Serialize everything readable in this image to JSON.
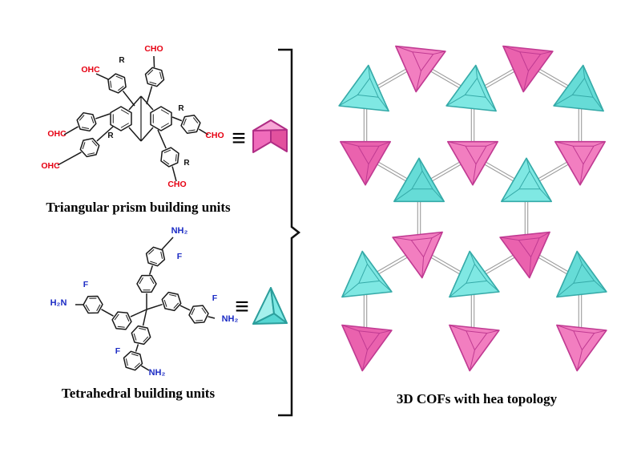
{
  "figure": {
    "captions": {
      "triangular": "Triangular prism building units",
      "tetrahedral": "Tetrahedral building units",
      "network": "3D COFs with hea topology"
    },
    "equivalence_symbol": "≡"
  },
  "molecule_top": {
    "aldehyde_labels": [
      "CHO",
      "OHC",
      "OHC",
      "OHC",
      "CHO",
      "CHO"
    ],
    "r_labels": [
      "R",
      "R",
      "R",
      "R"
    ],
    "label_color": "#e60012",
    "r_color": "#111111",
    "bond_color": "#1a1a1a"
  },
  "molecule_bottom": {
    "amine_labels": [
      "NH₂",
      "H₂N",
      "NH₂",
      "NH₂"
    ],
    "fluoro_labels": [
      "F",
      "F",
      "F",
      "F"
    ],
    "label_color": "#1b2bc4",
    "fluoro_color": "#1b2bc4",
    "bond_color": "#1a1a1a"
  },
  "building_units": {
    "prism": {
      "fill_light": "#f8a6d6",
      "fill_mid": "#f06cbb",
      "fill_dark": "#e2519e",
      "edge": "#b02d85"
    },
    "tetrahedron": {
      "fill_light": "#a5f0ec",
      "fill_mid": "#7de9e4",
      "fill_dark": "#55d6d2",
      "edge": "#2b9e9c"
    }
  },
  "network": {
    "pink_fill": "#f27ec0",
    "pink_fill_alt": "#ea62ae",
    "pink_edge": "#c03a92",
    "cyan_fill": "#7fe8e3",
    "cyan_fill_alt": "#66dcd7",
    "cyan_edge": "#35aaa8",
    "strut_color": "#9b9b9b"
  },
  "bracket_color": "#111111"
}
